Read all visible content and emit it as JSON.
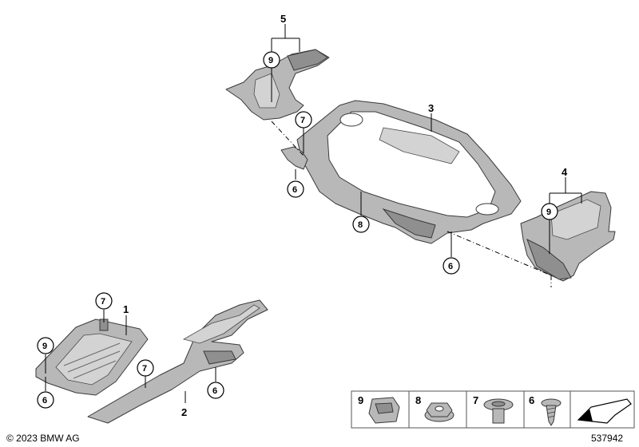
{
  "callouts": {
    "c1": "1",
    "c2": "2",
    "c3": "3",
    "c4": "4",
    "c5": "5",
    "c6a": "6",
    "c6b": "6",
    "c6c": "6",
    "c6d": "6",
    "c7a": "7",
    "c7b": "7",
    "c7c": "7",
    "c8": "8",
    "c9a": "9",
    "c9b": "9",
    "c9c": "9"
  },
  "legend": [
    {
      "num": "9",
      "icon": "clip-nut-icon"
    },
    {
      "num": "8",
      "icon": "hex-nut-icon"
    },
    {
      "num": "7",
      "icon": "expansion-rivet-icon"
    },
    {
      "num": "6",
      "icon": "screw-icon"
    },
    {
      "num": "",
      "icon": "direction-arrow-icon"
    }
  ],
  "footer": {
    "copyright": "© 2023 BMW AG",
    "diagram_id": "537942"
  },
  "colors": {
    "part": "#b8b8b8",
    "outline": "#3a3a3a"
  }
}
